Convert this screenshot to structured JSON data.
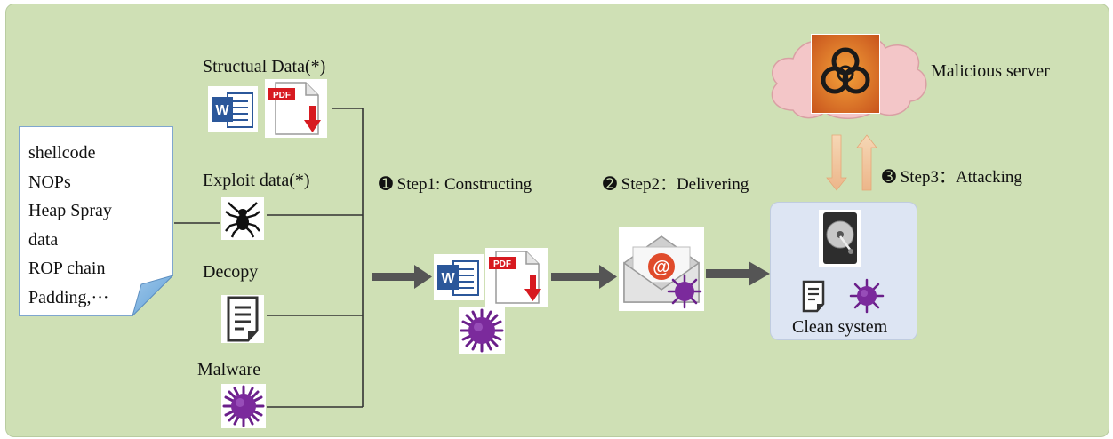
{
  "inputs": {
    "structual_label": "Structual Data(*)",
    "exploit_label": "Exploit data(*)",
    "decopy_label": "Decopy",
    "malware_label": "Malware"
  },
  "note_lines": [
    "shellcode",
    "NOPs",
    "Heap Spray",
    "data",
    "ROP chain",
    "Padding,···"
  ],
  "steps": {
    "step1_num": "➊",
    "step1": "Step1: Constructing",
    "step2_num": "➋",
    "step2": "Step2：Delivering",
    "step3_num": "➌",
    "step3": "Step3：Attacking"
  },
  "server_label": "Malicious server",
  "clean_label": "Clean system",
  "pdf_text": "PDF",
  "word_text": "W",
  "email_at": "@",
  "colors": {
    "background": "#cfe0b5",
    "cloud": "#f3c6c8",
    "clean_box": "#dde5f3",
    "arrow": "#555555",
    "up_down_arrow": "#f0c39a",
    "virus": "#6a1f8a",
    "pdf_red": "#d71a20",
    "word_blue": "#2b579a"
  }
}
